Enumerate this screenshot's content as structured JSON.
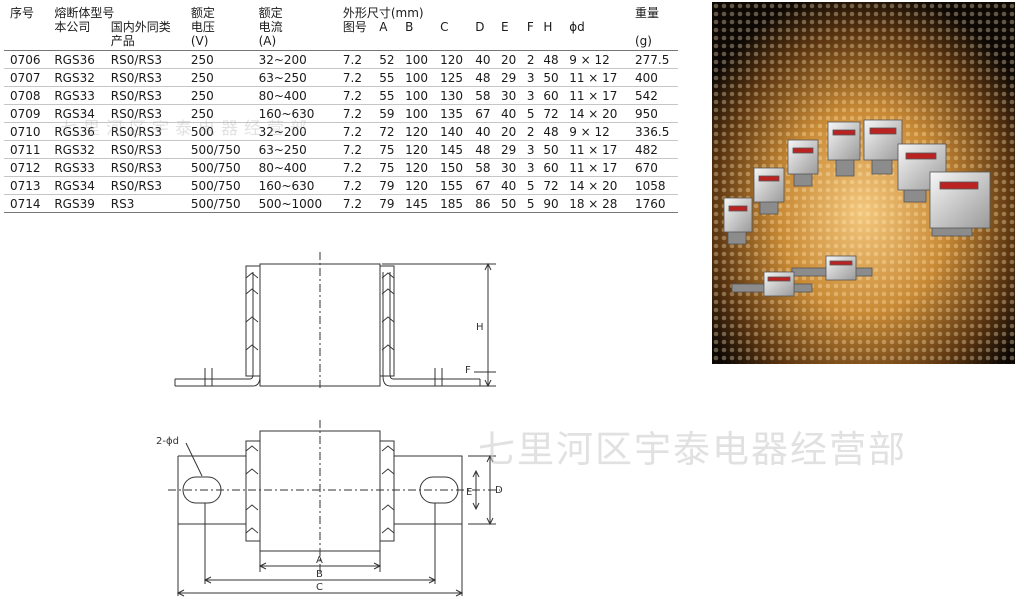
{
  "table": {
    "headers": {
      "seq": "序号",
      "model": "熔断体型号",
      "model_company": "本公司",
      "model_equiv": "国内外同类",
      "model_equiv_2": "产品",
      "voltage_1": "额定",
      "voltage_2": "电压",
      "voltage_unit": "(V)",
      "current_1": "额定",
      "current_2": "电流",
      "current_unit": "(A)",
      "dims": "外形尺寸(mm)",
      "fig": "图号",
      "a": "A",
      "b": "B",
      "c": "C",
      "d": "D",
      "e": "E",
      "f": "F",
      "h": "H",
      "phi": "ϕd",
      "weight": "重量",
      "weight_unit": "(g)"
    },
    "rows": [
      [
        "0706",
        "RGS36",
        "RS0/RS3",
        "250",
        "32~200",
        "7.2",
        "52",
        "100",
        "120",
        "40",
        "20",
        "2",
        "48",
        "9 × 12",
        "277.5"
      ],
      [
        "0707",
        "RGS32",
        "RS0/RS3",
        "250",
        "63~250",
        "7.2",
        "55",
        "100",
        "125",
        "48",
        "29",
        "3",
        "50",
        "11 × 17",
        "400"
      ],
      [
        "0708",
        "RGS33",
        "RS0/RS3",
        "250",
        "80~400",
        "7.2",
        "55",
        "100",
        "130",
        "58",
        "30",
        "3",
        "60",
        "11 × 17",
        "542"
      ],
      [
        "0709",
        "RGS34",
        "RS0/RS3",
        "250",
        "160~630",
        "7.2",
        "59",
        "100",
        "135",
        "67",
        "40",
        "5",
        "72",
        "14 × 20",
        "950"
      ],
      [
        "0710",
        "RGS36",
        "RS0/RS3",
        "500",
        "32~200",
        "7.2",
        "72",
        "120",
        "140",
        "40",
        "20",
        "2",
        "48",
        "9 × 12",
        "336.5"
      ],
      [
        "0711",
        "RGS32",
        "RS0/RS3",
        "500/750",
        "63~250",
        "7.2",
        "75",
        "120",
        "145",
        "48",
        "29",
        "3",
        "50",
        "11 × 17",
        "482"
      ],
      [
        "0712",
        "RGS33",
        "RS0/RS3",
        "500/750",
        "80~400",
        "7.2",
        "75",
        "120",
        "150",
        "58",
        "30",
        "3",
        "60",
        "11 × 17",
        "670"
      ],
      [
        "0713",
        "RGS34",
        "RS0/RS3",
        "500/750",
        "160~630",
        "7.2",
        "79",
        "120",
        "155",
        "67",
        "40",
        "5",
        "72",
        "14 × 20",
        "1058"
      ],
      [
        "0714",
        "RGS39",
        "RS3",
        "500/750",
        "500~1000",
        "7.2",
        "79",
        "145",
        "185",
        "86",
        "50",
        "5",
        "90",
        "18 × 28",
        "1760"
      ]
    ]
  },
  "drawing": {
    "label_h": "H",
    "label_f": "F",
    "label_phi": "2-ϕd",
    "label_e": "E",
    "label_d": "D",
    "label_a": "A",
    "label_b": "B",
    "label_c": "C"
  },
  "watermark": "七里河区宇泰电器经营部",
  "watermark_band": "七里河区宇泰电器经营部"
}
